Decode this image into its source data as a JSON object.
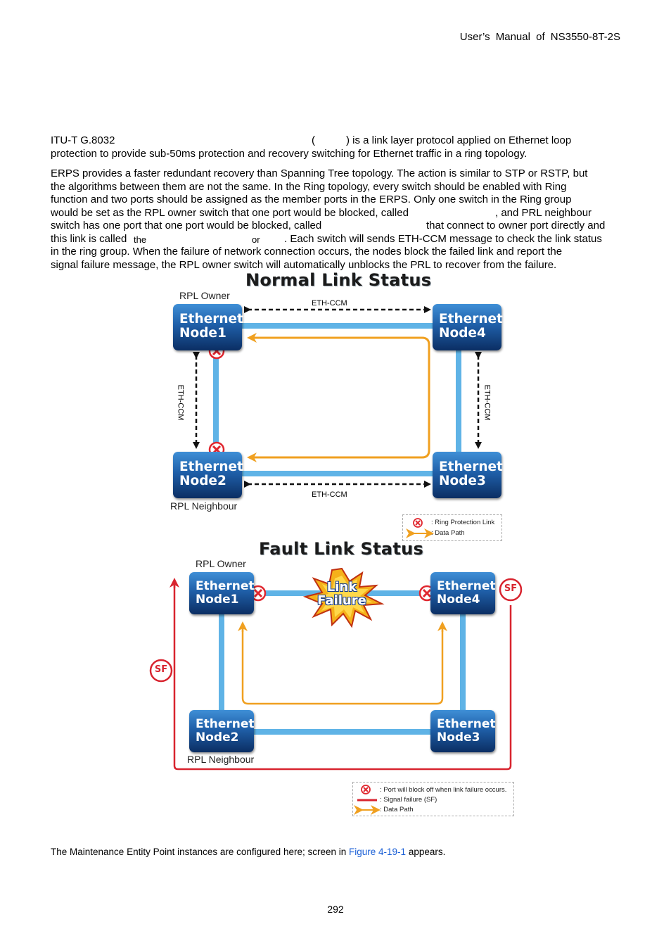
{
  "header": {
    "running_title": "User’s Manual of NS3550-8T-2S"
  },
  "intro": {
    "line1_left": "ITU-T G.8032",
    "line1_paren": "(",
    "line1_right_paren": ")",
    "line1_right": "is a link layer protocol applied on Ethernet loop",
    "line2": "protection to provide sub-50ms protection and recovery switching for Ethernet traffic in a ring topology."
  },
  "body": {
    "l1": "ERPS provides a faster redundant recovery than Spanning Tree topology. The action is similar to STP or RSTP, but",
    "l2": "the algorithms between them are not the same. In the Ring topology, every switch should be enabled with Ring",
    "l3": "function and two ports should be assigned as the member ports in the ERPS. Only one switch in the Ring group",
    "l4a": "would be set as the RPL owner switch that one port would be blocked, called",
    "l4b": ", and PRL neighbour",
    "l5a": "switch has one port that one port would be blocked, called",
    "l5b": "that connect to owner port directly and",
    "l6a": "this link is called",
    "l6_the": "the",
    "l6_or": "or",
    "l6b": ". Each switch will sends ETH-CCM message to check the link status",
    "l7": "in the ring group. When the failure of network connection occurs, the nodes block the failed link and report the",
    "l8": "signal failure message, the RPL owner switch will automatically unblocks the PRL to recover from the failure."
  },
  "normal": {
    "title": "Normal Link Status",
    "owner_label": "RPL Owner",
    "neighbour_label": "RPL Neighbour",
    "eth_ccm": "ETH-CCM",
    "nodes": [
      {
        "line1": "Ethernet",
        "line2": "Node1"
      },
      {
        "line1": "Ethernet",
        "line2": "Node4"
      },
      {
        "line1": "Ethernet",
        "line2": "Node2"
      },
      {
        "line1": "Ethernet",
        "line2": "Node3"
      }
    ],
    "legend": {
      "rpl": ": Ring Protection Link",
      "path": ": Data Path"
    }
  },
  "fault": {
    "title": "Fault Link Status",
    "owner_label": "RPL Owner",
    "neighbour_label": "RPL Neighbour",
    "failure_line1": "Link",
    "failure_line2": "Failure",
    "sf": "SF",
    "nodes": [
      {
        "line1": "Ethernet",
        "line2": "Node1"
      },
      {
        "line1": "Ethernet",
        "line2": "Node4"
      },
      {
        "line1": "Ethernet",
        "line2": "Node2"
      },
      {
        "line1": "Ethernet",
        "line2": "Node3"
      }
    ],
    "legend": {
      "block": ": Port will block off when link failure occurs.",
      "sf": ": Signal failure (SF)",
      "path": ": Data Path"
    }
  },
  "footer": {
    "text_before": "The Maintenance Entity Point instances are configured here; screen in",
    "link": "Figure 4-19-1",
    "text_after": "appears."
  },
  "page_number": "292",
  "colors": {
    "ring_link": "#5fb3e6",
    "data_path": "#f0a020",
    "signal_failure": "#d8242f",
    "block_mark": "#e0272f",
    "link_blue": "#1a5fd6"
  }
}
